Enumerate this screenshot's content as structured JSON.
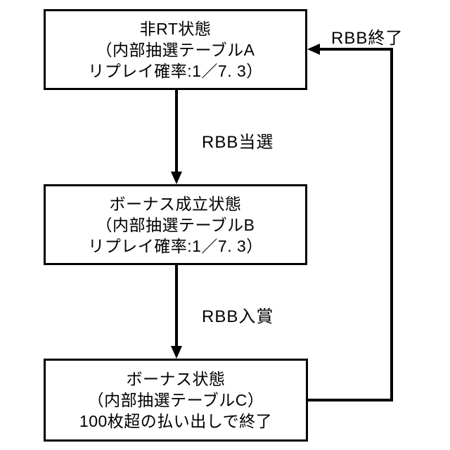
{
  "diagram": {
    "background_color": "#ffffff",
    "line_color": "#000000",
    "boxes": [
      {
        "id": "non-rt-state",
        "lines": [
          "非RT状態",
          "（内部抽選テーブルA",
          "リプレイ確率:1／7. 3）"
        ]
      },
      {
        "id": "bonus-established-state",
        "lines": [
          "ボーナス成立状態",
          "（内部抽選テーブルB",
          "リプレイ確率:1／7. 3）"
        ]
      },
      {
        "id": "bonus-state",
        "lines": [
          "ボーナス状態",
          "（内部抽選テーブルC）",
          "100枚超の払い出しで終了"
        ]
      }
    ],
    "transitions": [
      {
        "id": "rbb-win",
        "label": "RBB当選",
        "from": "non-rt-state",
        "to": "bonus-established-state"
      },
      {
        "id": "rbb-entry",
        "label": "RBB入賞",
        "from": "bonus-established-state",
        "to": "bonus-state"
      },
      {
        "id": "rbb-end",
        "label": "RBB終了",
        "from": "bonus-state",
        "to": "non-rt-state"
      }
    ]
  }
}
